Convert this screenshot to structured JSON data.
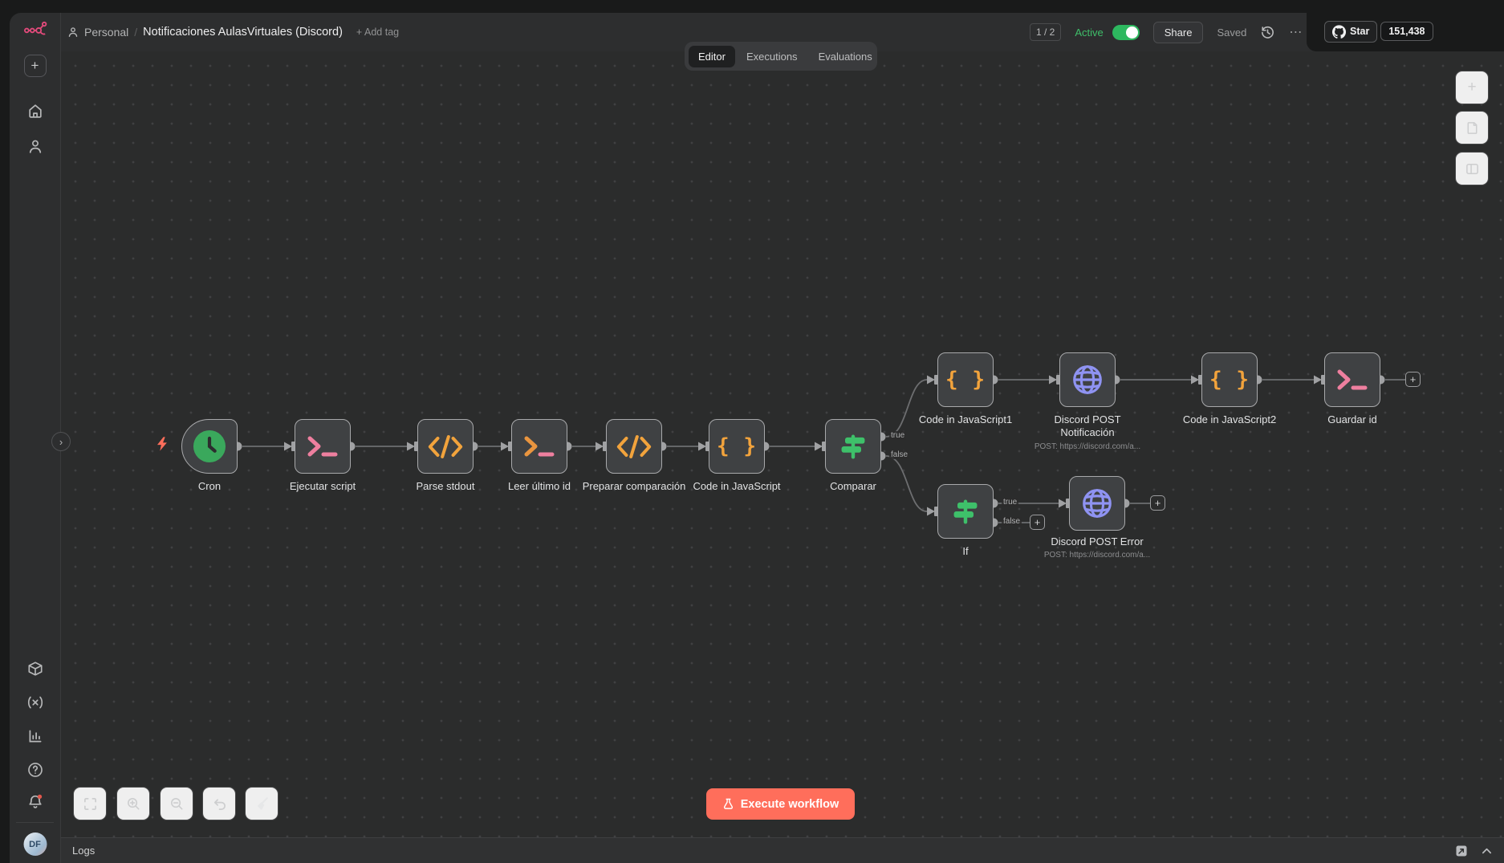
{
  "window": {
    "github": {
      "star_label": "Star",
      "star_count": "151,438"
    }
  },
  "sidebar": {
    "avatar_initials": "DF"
  },
  "header": {
    "breadcrumb": {
      "project": "Personal",
      "separator": "/",
      "title": "Notificaciones AulasVirtuales (Discord)",
      "add_tag_label": "+ Add tag"
    },
    "pagination": "1 / 2",
    "active_label": "Active",
    "share_label": "Share",
    "saved_label": "Saved"
  },
  "tabs": {
    "editor": "Editor",
    "executions": "Executions",
    "evaluations": "Evaluations"
  },
  "canvas": {
    "nodes": [
      {
        "id": "cron",
        "label": "Cron",
        "icon": "clock-icon"
      },
      {
        "id": "ejecutar-script",
        "label": "Ejecutar script",
        "icon": "terminal-icon"
      },
      {
        "id": "parse-stdout",
        "label": "Parse stdout",
        "icon": "code-icon"
      },
      {
        "id": "leer-ultimo-id",
        "label": "Leer último id",
        "icon": "terminal-icon"
      },
      {
        "id": "preparar-comparacion",
        "label": "Preparar comparación",
        "icon": "code-icon"
      },
      {
        "id": "code-in-javascript",
        "label": "Code in JavaScript",
        "icon": "braces-icon"
      },
      {
        "id": "comparar",
        "label": "Comparar",
        "icon": "switch-icon"
      },
      {
        "id": "code-in-javascript1",
        "label": "Code in JavaScript1",
        "icon": "braces-icon"
      },
      {
        "id": "discord-post-notificacion",
        "label": "Discord POST Notificación",
        "sublabel": "POST: https://discord.com/a...",
        "icon": "globe-icon"
      },
      {
        "id": "code-in-javascript2",
        "label": "Code in JavaScript2",
        "icon": "braces-icon"
      },
      {
        "id": "guardar-id",
        "label": "Guardar id",
        "icon": "terminal-icon"
      },
      {
        "id": "if",
        "label": "If",
        "icon": "switch-icon"
      },
      {
        "id": "discord-post-error",
        "label": "Discord POST Error",
        "sublabel": "POST: https://discord.com/a...",
        "icon": "globe-icon"
      }
    ],
    "branch_labels": {
      "comparar_true": "true",
      "comparar_false": "false",
      "if_true": "true",
      "if_false": "false"
    }
  },
  "footer": {
    "execute_label": "Execute workflow",
    "logs_label": "Logs"
  },
  "icons": {
    "plus": "+",
    "ellipsis": "⋯",
    "chevron_right": "›",
    "braces": "{ }"
  },
  "colors": {
    "accent": "#ff6e5b",
    "active_green": "#3fbf6a",
    "node_orange": "#f2a33c",
    "node_pink": "#ee7f9f",
    "node_green": "#3ec06a",
    "node_purple": "#8f93f2",
    "logo_pink": "#e24a7b"
  }
}
